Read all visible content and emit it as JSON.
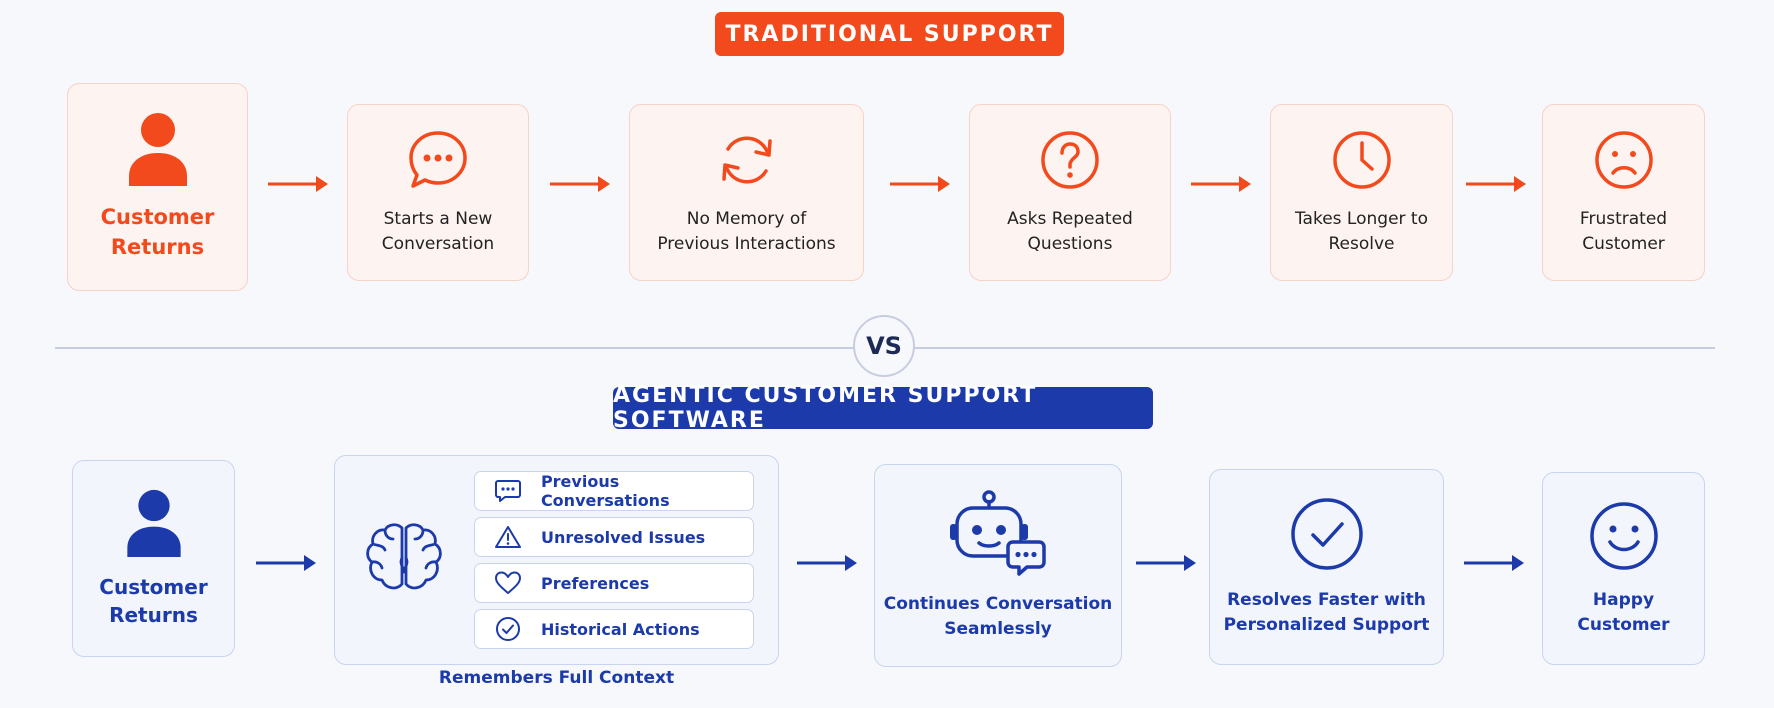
{
  "colors": {
    "orange": "#f24a1c",
    "blue": "#1c3aa9"
  },
  "traditional": {
    "title": "TRADITIONAL SUPPORT",
    "steps": [
      {
        "icon": "person-icon",
        "label": "Customer\nReturns"
      },
      {
        "icon": "chat-bubble-icon",
        "label": "Starts a New\nConversation"
      },
      {
        "icon": "refresh-icon",
        "label": "No Memory of\nPrevious Interactions"
      },
      {
        "icon": "question-icon",
        "label": "Asks Repeated\nQuestions"
      },
      {
        "icon": "clock-icon",
        "label": "Takes Longer to\nResolve"
      },
      {
        "icon": "sad-face-icon",
        "label": "Frustrated\nCustomer"
      }
    ]
  },
  "vs_label": "VS",
  "agentic": {
    "title": "AGENTIC CUSTOMER SUPPORT SOFTWARE",
    "steps": [
      {
        "icon": "person-icon",
        "label": "Customer\nReturns"
      },
      {
        "icon": "robot-chat-icon",
        "label": "Continues Conversation\nSeamlessly"
      },
      {
        "icon": "check-circle-icon",
        "label": "Resolves Faster with\nPersonalized Support"
      },
      {
        "icon": "smile-face-icon",
        "label": "Happy\nCustomer"
      }
    ],
    "context": {
      "icon": "brain-icon",
      "caption": "Remembers Full Context",
      "items": [
        {
          "icon": "chat-bubble-icon",
          "label": "Previous Conversations"
        },
        {
          "icon": "warning-icon",
          "label": "Unresolved Issues"
        },
        {
          "icon": "heart-icon",
          "label": "Preferences"
        },
        {
          "icon": "check-circle-icon",
          "label": "Historical Actions"
        }
      ]
    }
  }
}
